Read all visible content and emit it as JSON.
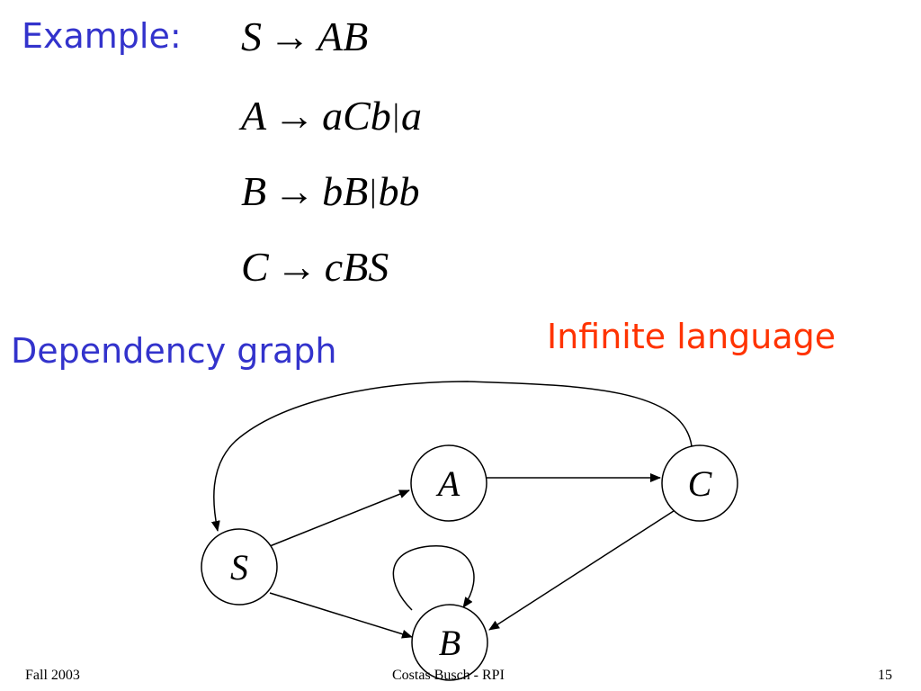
{
  "example_label": "Example:",
  "grammar": {
    "arrow": "→",
    "bar": "|",
    "rules": [
      {
        "lhs": "S",
        "alternatives": [
          "AB"
        ]
      },
      {
        "lhs": "A",
        "alternatives": [
          "aCb",
          "a"
        ]
      },
      {
        "lhs": "B",
        "alternatives": [
          "bB",
          "bb"
        ]
      },
      {
        "lhs": "C",
        "alternatives": [
          "cBS"
        ]
      }
    ]
  },
  "graph_title": "Dependency graph",
  "annotation": "Infinite language",
  "graph": {
    "nodes": [
      "S",
      "A",
      "B",
      "C"
    ],
    "edges": [
      {
        "from": "S",
        "to": "A"
      },
      {
        "from": "S",
        "to": "B"
      },
      {
        "from": "A",
        "to": "C"
      },
      {
        "from": "C",
        "to": "B"
      },
      {
        "from": "C",
        "to": "S"
      },
      {
        "from": "B",
        "to": "B"
      }
    ]
  },
  "footer": {
    "left": "Fall 2003",
    "center": "Costas Busch - RPI",
    "right": "15"
  },
  "colors": {
    "title_blue": "#3333cc",
    "annotation_red": "#ff3300"
  }
}
